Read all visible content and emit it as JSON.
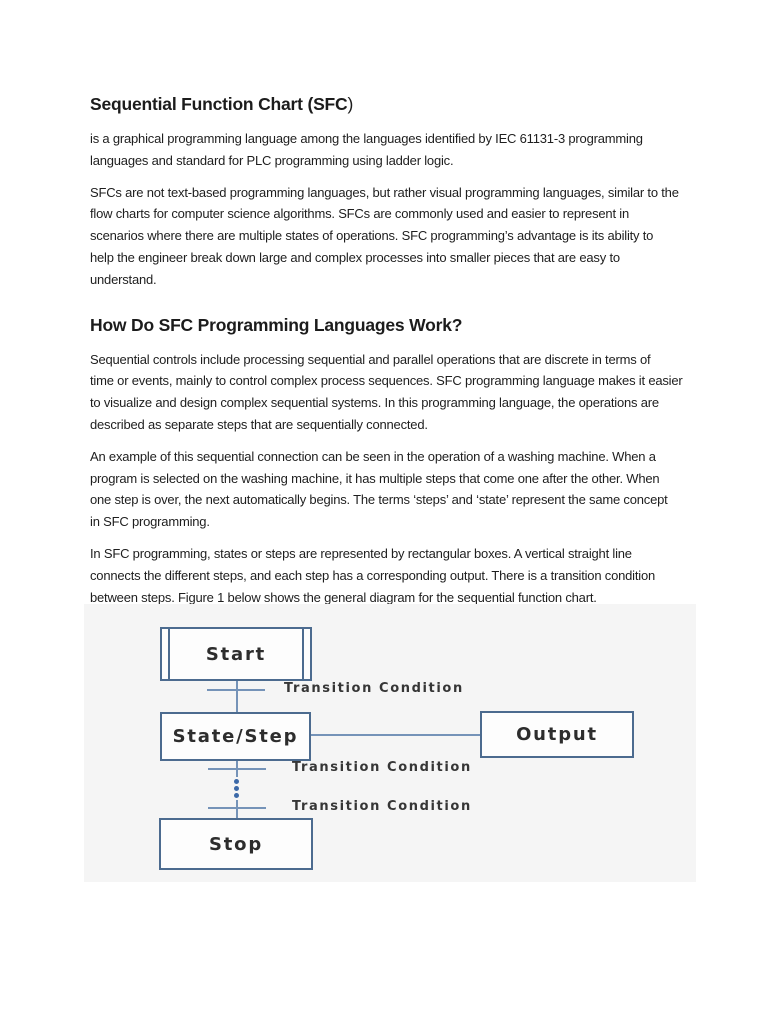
{
  "doc": {
    "title_bold": "Sequential Function Chart (SFC",
    "title_tail": ")",
    "p1": [
      "is a graphical programming language among the languages identified by IEC 61131-3 programming",
      "languages and standard for PLC programming using ladder logic."
    ],
    "p2": [
      "SFCs are not text-based programming languages, but rather visual programming languages, similar to the",
      "flow charts for computer science algorithms.   SFCs are commonly used and easier to represent in",
      "scenarios where there are multiple states of operations.  SFC programming’s advantage is its ability to",
      "help the engineer break down large and complex processes into smaller pieces that are easy to",
      "understand."
    ],
    "h2": "How Do SFC Programming Languages Work?",
    "p3": [
      " Sequential controls include processing sequential and parallel operations that are discrete in terms of",
      "time or events, mainly to control complex process sequences. SFC programming language makes it easier",
      "to visualize and design complex sequential systems. In this programming language, the operations are",
      "described as separate steps that are sequentially connected."
    ],
    "p4": [
      "  An example of this sequential connection can be seen in the operation of a washing machine. When a",
      "program is selected on the washing machine, it has multiple steps that come one after the other. When",
      "one step is over, the next automatically begins. The terms ‘steps’ and ‘state’ represent the same concept",
      "in SFC programming."
    ],
    "p5": [
      "  In SFC programming, states or steps are represented by rectangular boxes. A vertical straight line",
      "connects the different steps, and each step has a corresponding output. There is a transition condition",
      "between steps. Figure 1 below shows the general diagram for the sequential function chart."
    ]
  },
  "figure": {
    "background": "#f5f5f5",
    "box_border_color": "#4c6b8f",
    "line_color": "#7593b8",
    "dot_color": "#3c69a8",
    "text_color": "#2d2d2d",
    "nodes": {
      "start": "Start",
      "state": "State/Step",
      "output": "Output",
      "stop": "Stop"
    },
    "transitions": [
      "Transition Condition",
      "Transition Condition",
      "Transition Condition"
    ]
  }
}
